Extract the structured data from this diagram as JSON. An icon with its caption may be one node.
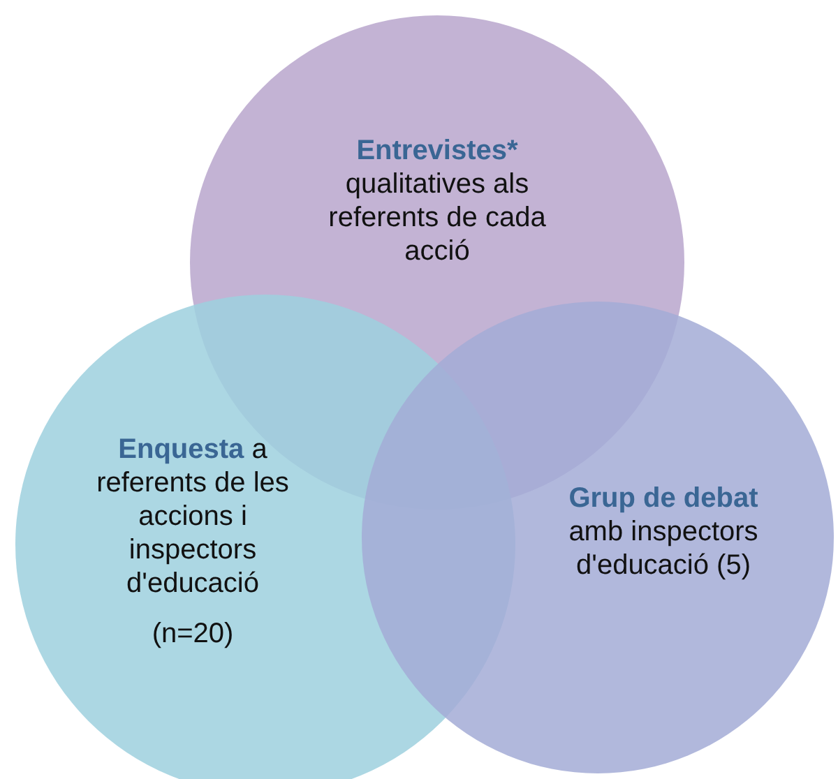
{
  "diagram": {
    "nodes": [
      {
        "text": [
          "Entrevistes*",
          "qualitatives als referents de cada acció"
        ]
      },
      {
        "text": [
          "**Enquesta** a referents de les accions i inspectors d'educació",
          "(n=20)"
        ]
      },
      {
        "text": [
          "Grup de debat",
          "amb inspectors d'educació (5)"
        ]
      }
    ]
  }
}
